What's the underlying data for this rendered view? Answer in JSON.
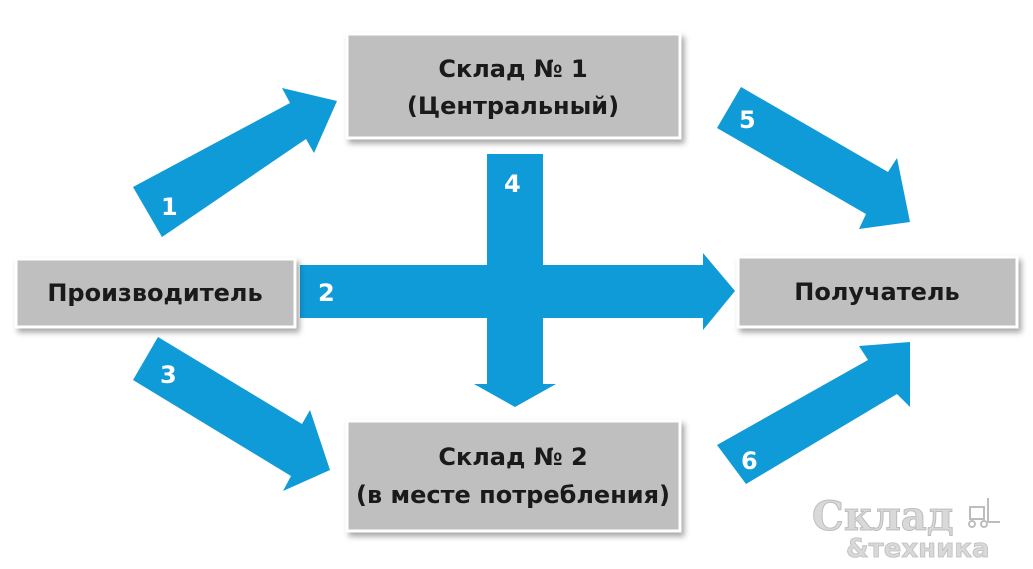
{
  "nodes": {
    "warehouse1": {
      "line1": "Склад № 1",
      "line2": "(Центральный)"
    },
    "producer": {
      "label": "Производитель"
    },
    "recipient": {
      "label": "Получатель"
    },
    "warehouse2": {
      "line1": "Склад № 2",
      "line2": "(в месте потребления)"
    }
  },
  "arrows": {
    "a1": "1",
    "a2": "2",
    "a3": "3",
    "a4": "4",
    "a5": "5",
    "a6": "6"
  },
  "logo": {
    "top": "Склад",
    "bottom": "&техника"
  },
  "colors": {
    "arrow": "#0f9ad8",
    "box": "#bfbfbf",
    "text": "#1a1a1a"
  }
}
